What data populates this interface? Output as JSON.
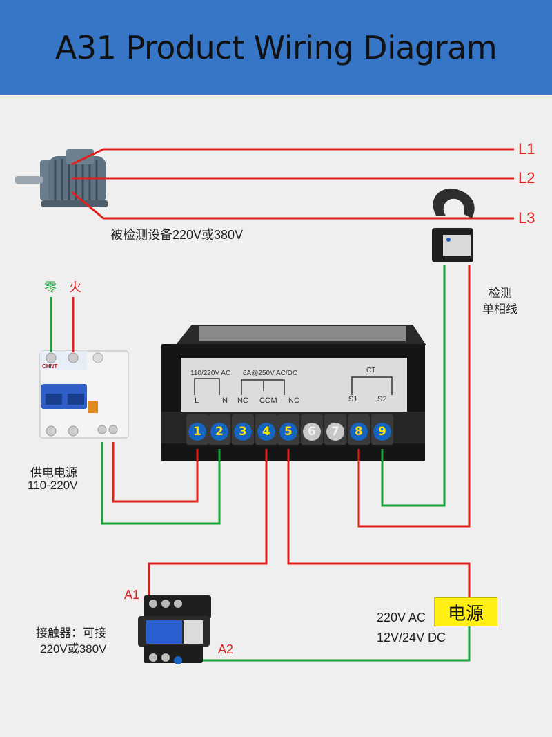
{
  "title": "A31 Product Wiring Diagram",
  "phases": {
    "l1": "L1",
    "l2": "L2",
    "l3": "L3"
  },
  "motor_caption": "被检测设备220V或380V",
  "breaker": {
    "neutral": "零",
    "live": "火",
    "caption_line1": "供电电源",
    "caption_line2": "110-220V",
    "brand": "CHNT"
  },
  "ct_caption": {
    "line1": "检测",
    "line2": "单相线"
  },
  "panel": {
    "group_power": "110/220V AC",
    "group_relay": "6A@250V AC/DC",
    "group_ct": "CT",
    "terminal_labels": [
      "L",
      "N",
      "NO",
      "COM",
      "NC",
      "S1",
      "S2"
    ],
    "terminal_numbers": [
      "1",
      "2",
      "3",
      "4",
      "5",
      "6",
      "7",
      "8",
      "9"
    ]
  },
  "contactor": {
    "a1": "A1",
    "a2": "A2",
    "caption_line1": "接触器：可接",
    "caption_line2": "220V或380V"
  },
  "supply": {
    "box_label": "电源",
    "ac": "220V AC",
    "dc": "12V/24V DC"
  },
  "colors": {
    "banner": "#3776c6",
    "live_wire": "#e0201c",
    "neutral_wire": "#1aa33a",
    "power_box": "#ffef12",
    "terminal_on": "#1565c0",
    "terminal_num": "#ffe600"
  }
}
